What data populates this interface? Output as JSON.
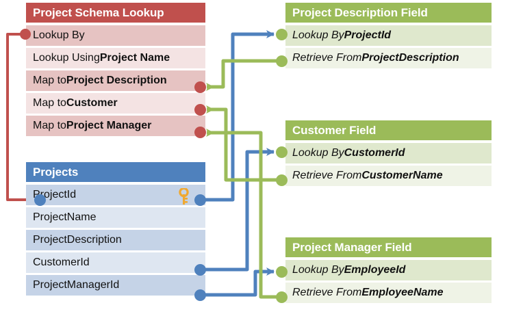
{
  "colors": {
    "red": "#C0504D",
    "red_row_dark": "#E6C3C2",
    "red_row_light": "#F4E3E3",
    "blue": "#4F81BD",
    "blue_row_dark": "#C5D3E7",
    "blue_row_light": "#DEE6F1",
    "green": "#9BBB59",
    "green_row_dark": "#DFE8CD",
    "green_row_light": "#EFF3E6",
    "key_icon": "#F0A830"
  },
  "schema_panel": {
    "title": "Project Schema Lookup",
    "rows": [
      {
        "prefix": "Lookup By",
        "strong": ""
      },
      {
        "prefix": "Lookup Using ",
        "strong": "Project Name"
      },
      {
        "prefix": "Map to ",
        "strong": "Project Description"
      },
      {
        "prefix": "Map to ",
        "strong": "Customer"
      },
      {
        "prefix": "Map to ",
        "strong": "Project Manager"
      }
    ]
  },
  "projects_table": {
    "title": "Projects",
    "rows": [
      {
        "name": "ProjectId",
        "key": true
      },
      {
        "name": "ProjectName",
        "key": false
      },
      {
        "name": "ProjectDescription",
        "key": false
      },
      {
        "name": "CustomerId",
        "key": false
      },
      {
        "name": "ProjectManagerId",
        "key": false
      }
    ],
    "key_icon_name": "primary-key-icon"
  },
  "field_panels": [
    {
      "title": "Project Description Field",
      "rows": [
        {
          "prefix": "Lookup By ",
          "strong": "ProjectId"
        },
        {
          "prefix": "Retrieve From ",
          "strong": "ProjectDescription"
        }
      ]
    },
    {
      "title": "Customer Field",
      "rows": [
        {
          "prefix": "Lookup By ",
          "strong": "CustomerId"
        },
        {
          "prefix": "Retrieve From ",
          "strong": "CustomerName"
        }
      ]
    },
    {
      "title": "Project Manager Field",
      "rows": [
        {
          "prefix": "Lookup By ",
          "strong": "EmployeeId"
        },
        {
          "prefix": "Retrieve From ",
          "strong": "EmployeeName"
        }
      ]
    }
  ],
  "connectors": {
    "lookup_by_to_projectid": "red",
    "projectid_to_lookups": "blue",
    "retrieve_to_map": "green"
  }
}
